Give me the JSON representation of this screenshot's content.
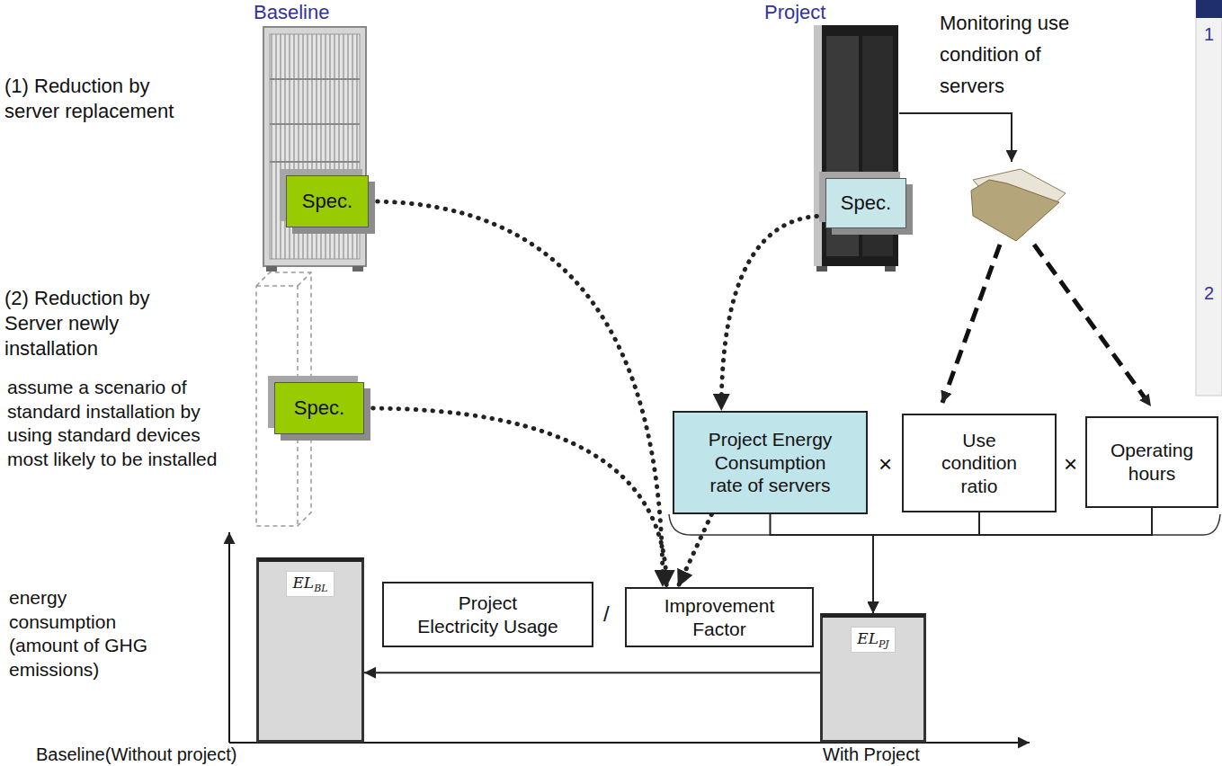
{
  "diagram": {
    "nodes": [
      {
        "text": [
          "Spec."
        ]
      },
      {
        "text": [
          "Spec."
        ]
      },
      {
        "text": [
          "Spec."
        ]
      },
      {
        "text": [
          "Project Energy Consumption rate of servers"
        ]
      },
      {
        "text": [
          "Use condition ratio"
        ]
      },
      {
        "text": [
          "Operating hours"
        ]
      },
      {
        "text": [
          "EL",
          "BL"
        ]
      },
      {
        "text": [
          "Project Electricity Usage"
        ]
      },
      {
        "text": [
          "Improvement Factor"
        ]
      },
      {
        "text": [
          "EL",
          "PJ"
        ]
      }
    ],
    "edges": [
      {
        "from": 0,
        "to": 8,
        "arrow": "to"
      },
      {
        "from": 1,
        "to": 8,
        "arrow": "to"
      },
      {
        "from": 2,
        "to": 3,
        "arrow": "to"
      },
      {
        "from": 3,
        "to": 8,
        "arrow": "to"
      },
      {
        "from": 3,
        "to": 9,
        "arrow": "to"
      },
      {
        "from": 4,
        "to": 9,
        "arrow": "to"
      },
      {
        "from": 5,
        "to": 9,
        "arrow": "to"
      },
      {
        "from": 9,
        "to": 6,
        "arrow": "to"
      }
    ],
    "labels": [
      "Baseline",
      "Project",
      "Monitoring use condition of servers",
      "(1) Reduction by server replacement",
      "(2) Reduction by Server newly installation",
      "assume a scenario of standard installation by using standard devices most likely to be installed",
      "×",
      "×",
      "/",
      "energy consumption (amount of GHG emissions)",
      "Baseline(Without project)",
      "With Project",
      "1",
      "2"
    ]
  }
}
